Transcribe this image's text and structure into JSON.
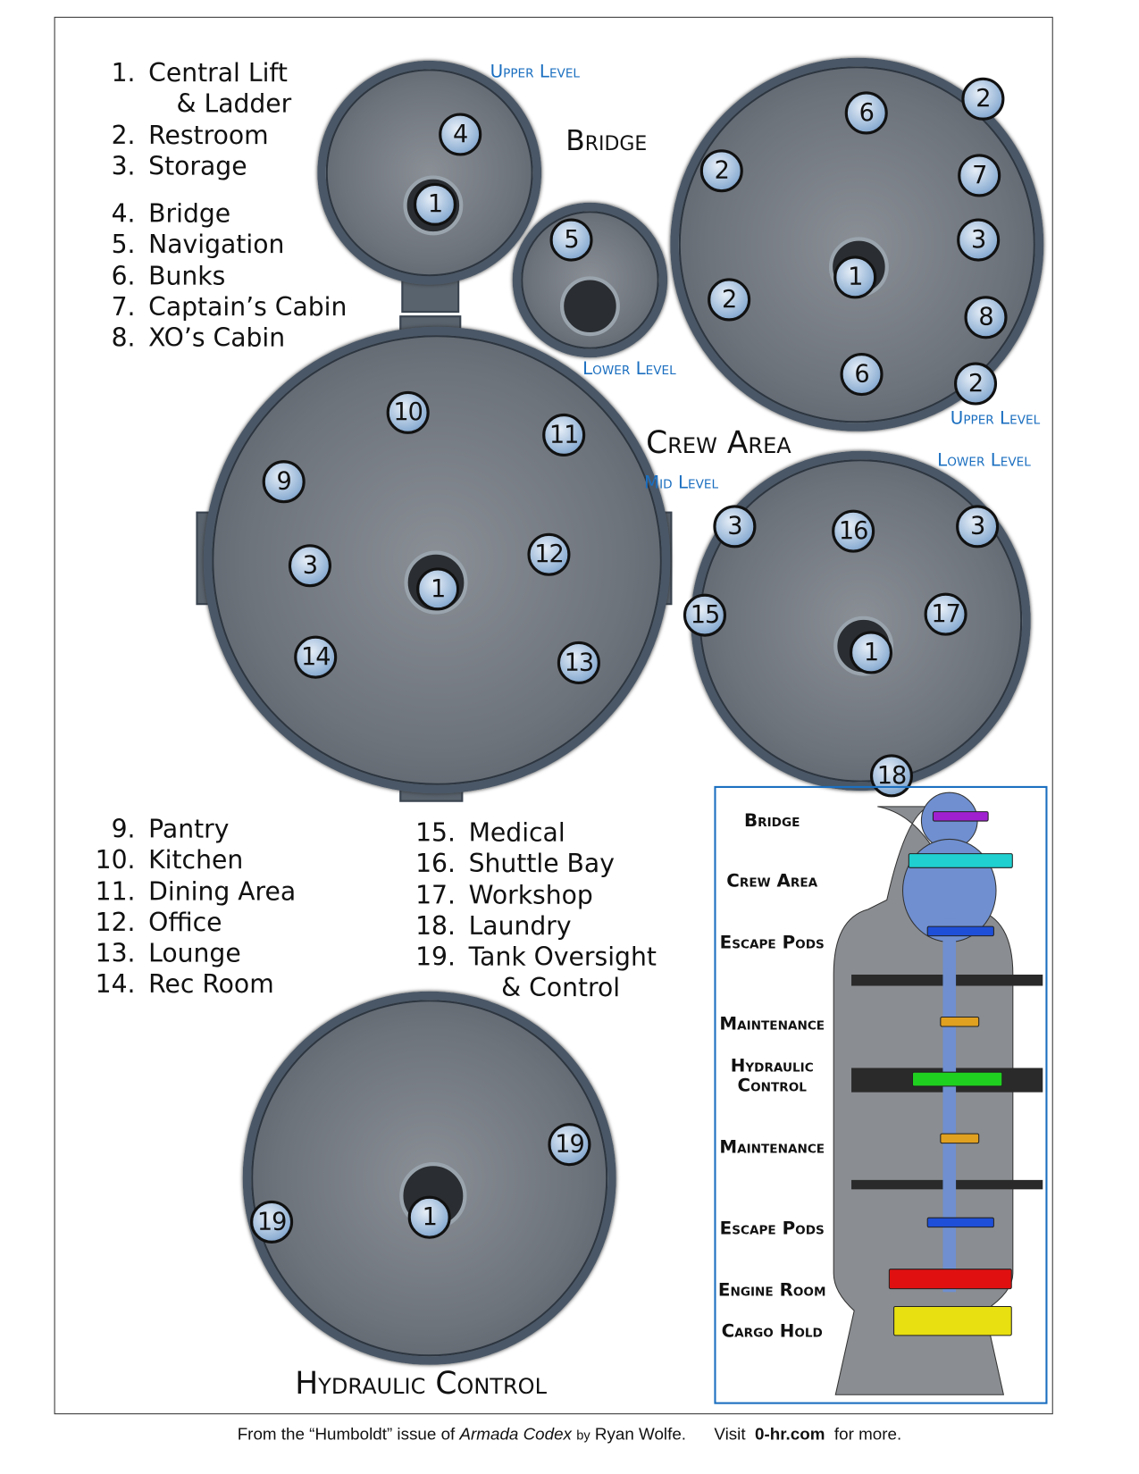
{
  "legend_top": [
    {
      "num": "1.",
      "label": "Central Lift"
    },
    {
      "num": "",
      "label": "& Ladder"
    },
    {
      "num": "2.",
      "label": "Restroom"
    },
    {
      "num": "3.",
      "label": "Storage"
    },
    {
      "num": "4.",
      "label": "Bridge"
    },
    {
      "num": "5.",
      "label": "Navigation"
    },
    {
      "num": "6.",
      "label": "Bunks"
    },
    {
      "num": "7.",
      "label": "Captain’s Cabin"
    },
    {
      "num": "8.",
      "label": "XO’s Cabin"
    }
  ],
  "legend_mid_left": [
    {
      "num": "9.",
      "label": "Pantry"
    },
    {
      "num": "10.",
      "label": "Kitchen"
    },
    {
      "num": "11.",
      "label": "Dining Area"
    },
    {
      "num": "12.",
      "label": "Office"
    },
    {
      "num": "13.",
      "label": "Lounge"
    },
    {
      "num": "14.",
      "label": "Rec Room"
    }
  ],
  "legend_mid_right": [
    {
      "num": "15.",
      "label": "Medical"
    },
    {
      "num": "16.",
      "label": "Shuttle Bay"
    },
    {
      "num": "17.",
      "label": "Workshop"
    },
    {
      "num": "18.",
      "label": "Laundry"
    },
    {
      "num": "19.",
      "label": "Tank Oversight"
    },
    {
      "num": "",
      "label": "& Control"
    }
  ],
  "map_labels": {
    "bridge": "Bridge",
    "bridge_upper": "Upper Level",
    "bridge_lower": "Lower Level",
    "crew_area": "Crew Area",
    "crew_upper": "Upper Level",
    "crew_mid": "Mid Level",
    "crew_lower": "Lower Level",
    "hydraulic": "Hydraulic Control"
  },
  "badges": {
    "bridge_upper": [
      "4",
      "1"
    ],
    "bridge_lower": [
      "5"
    ],
    "crew_upper": [
      "6",
      "2",
      "2",
      "7",
      "3",
      "1",
      "2",
      "8",
      "6",
      "2"
    ],
    "crew_mid": [
      "10",
      "11",
      "9",
      "3",
      "12",
      "1",
      "14",
      "13"
    ],
    "crew_lower": [
      "3",
      "16",
      "3",
      "15",
      "17",
      "1",
      "18"
    ],
    "hydraulic": [
      "1",
      "19",
      "19"
    ]
  },
  "ship_sections": [
    {
      "label": "Bridge",
      "color": "#a020d0"
    },
    {
      "label": "Crew Area",
      "color": "#20d0d0"
    },
    {
      "label": "Escape Pods",
      "color": "#1e4fd8"
    },
    {
      "label": "Maintenance",
      "color": "#e0a020"
    },
    {
      "label": "Hydraulic Control",
      "color": "#20d020"
    },
    {
      "label": "Maintenance",
      "color": "#e0a020"
    },
    {
      "label": "Escape Pods",
      "color": "#1e4fd8"
    },
    {
      "label": "Engine Room",
      "color": "#e01010"
    },
    {
      "label": "Cargo Hold",
      "color": "#e8e010"
    }
  ],
  "footer": {
    "pre": "From the “Humboldt” issue of",
    "pub": "Armada Codex",
    "by": "by",
    "author": "Ryan Wolfe.",
    "visit": "Visit",
    "site": "0-hr.com",
    "post": "for more."
  }
}
